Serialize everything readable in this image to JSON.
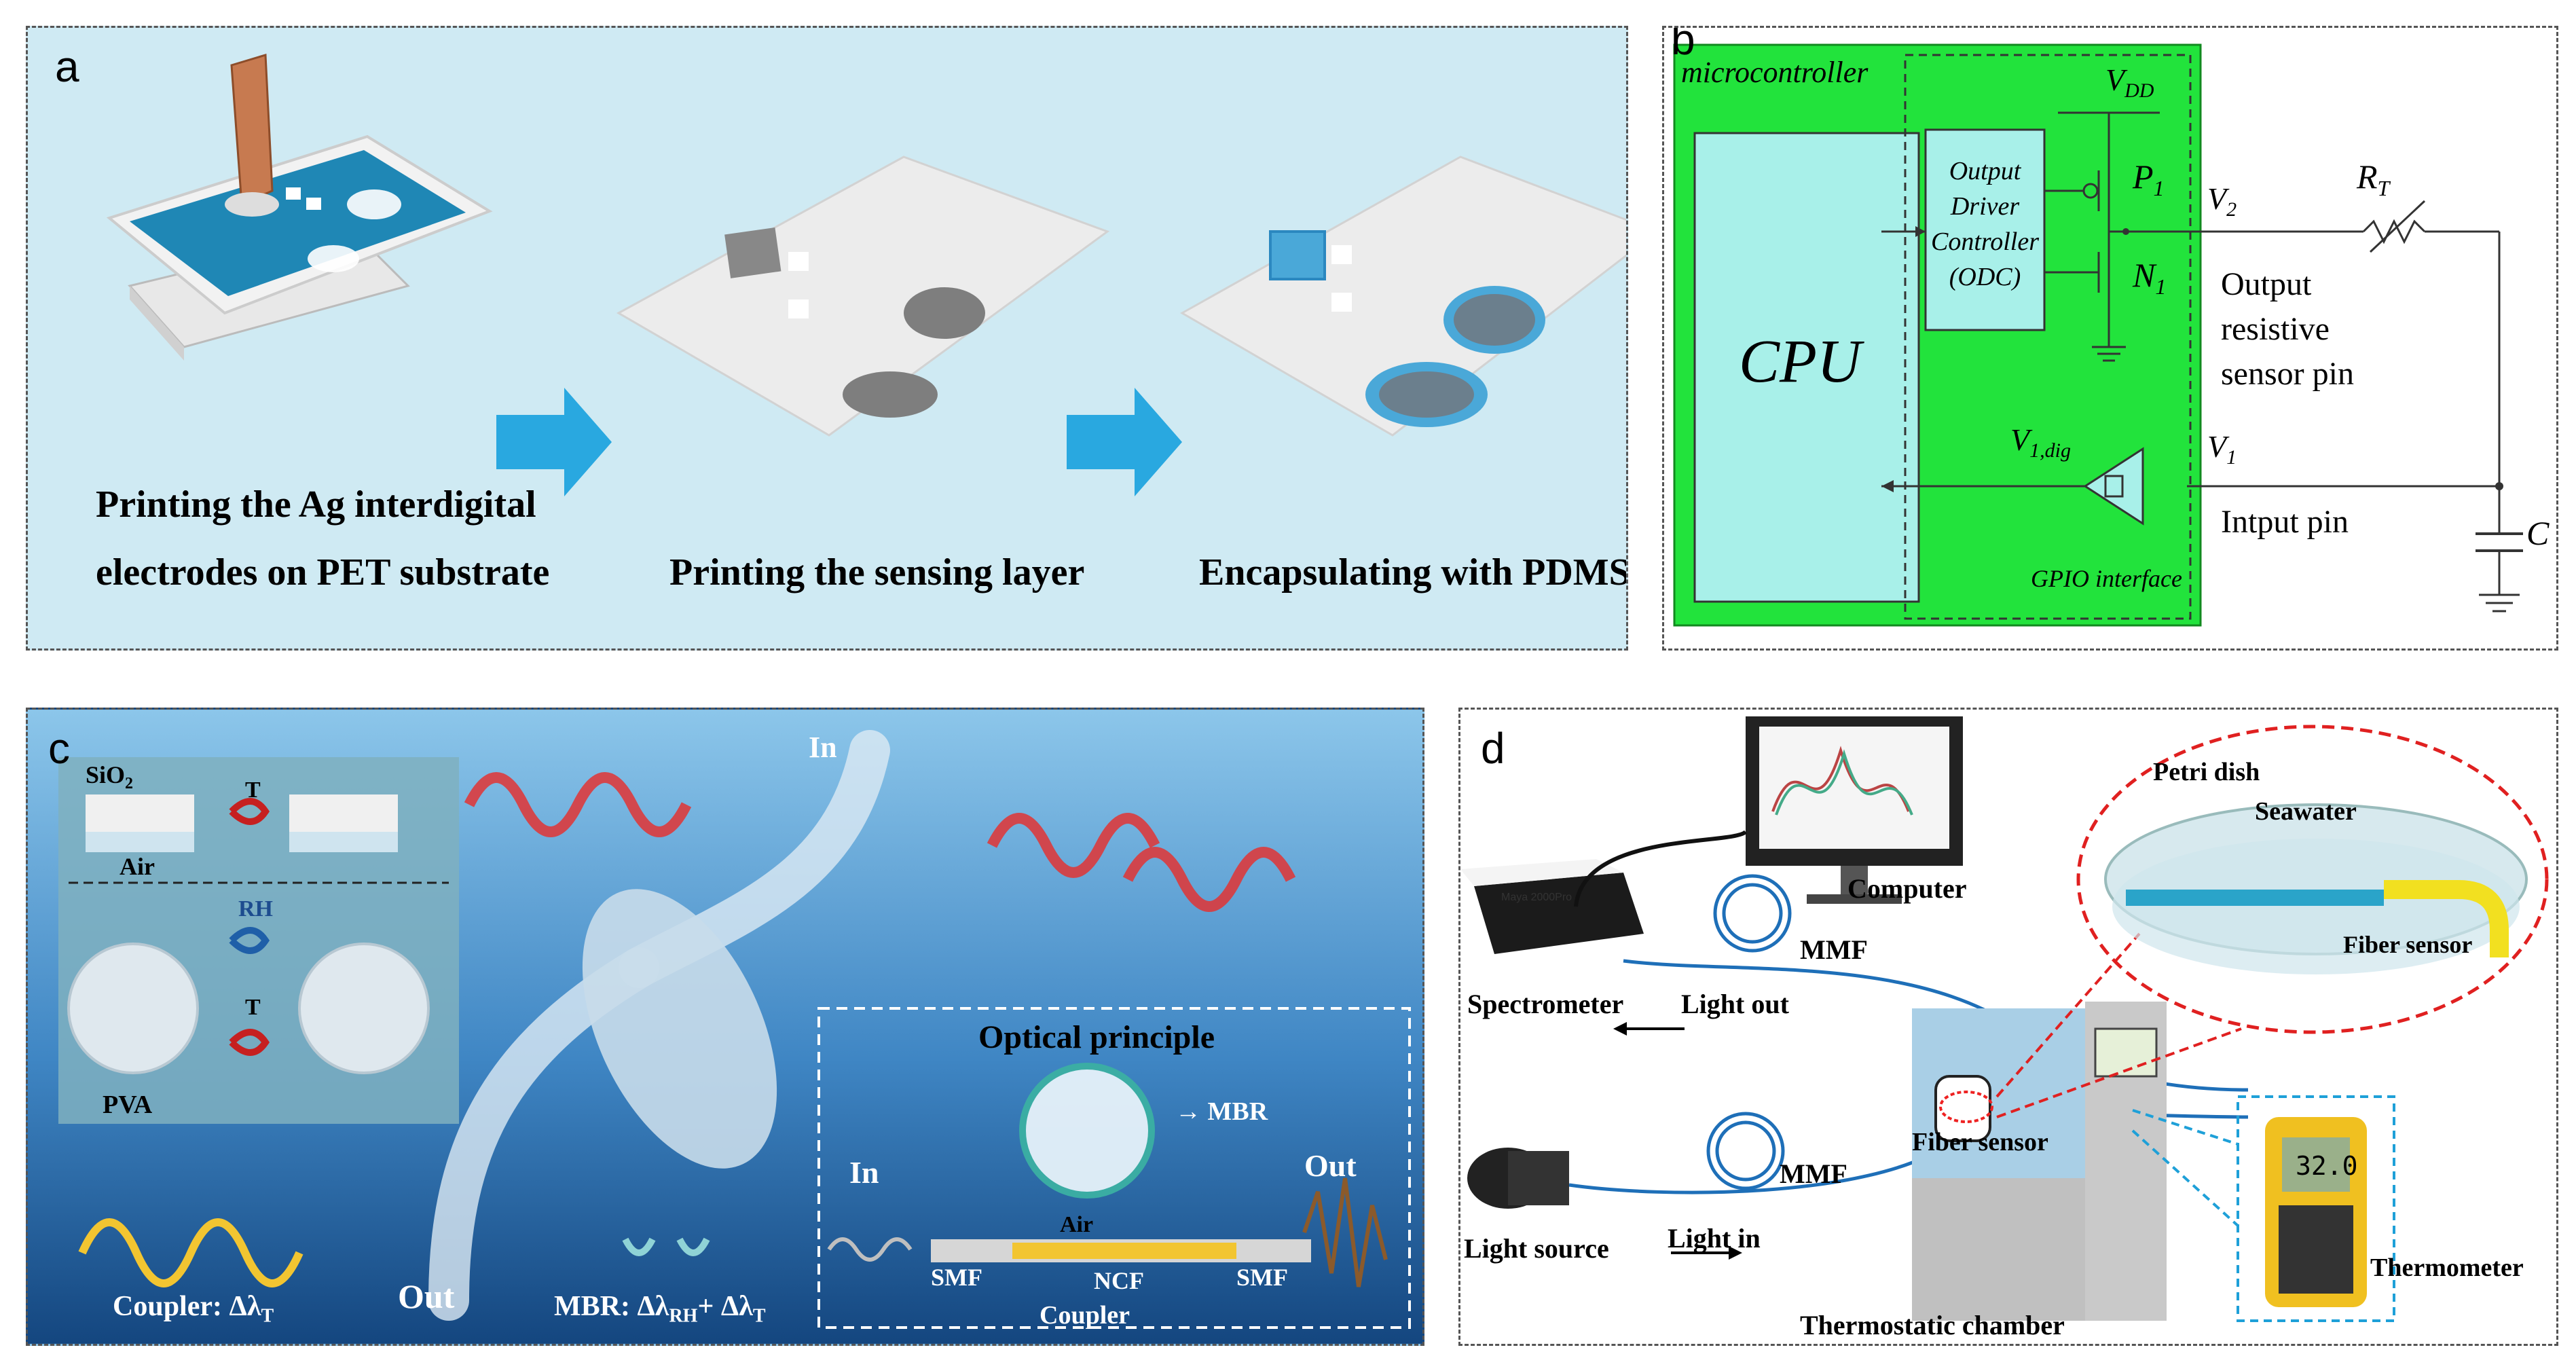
{
  "panels": {
    "a": {
      "label": "a",
      "captions": {
        "step1_line1": "Printing the Ag  interdigital",
        "step1_line2": "electrodes on PET substrate",
        "step2": "Printing the sensing layer",
        "step3": "Encapsulating with PDMS"
      }
    },
    "b": {
      "label": "b",
      "microcontroller": "microcontroller",
      "cpu": "CPU",
      "odc_lines": [
        "Output",
        "Driver",
        "Controller",
        "(ODC)"
      ],
      "vdd": "V",
      "vdd_sub": "DD",
      "p1": "P",
      "p1_sub": "1",
      "n1": "N",
      "n1_sub": "1",
      "v2": "V",
      "v2_sub": "2",
      "rt": "R",
      "rt_sub": "T",
      "output_lines": [
        "Output",
        "resistive",
        "sensor pin"
      ],
      "v1dig": "V",
      "v1dig_sub": "1,dig",
      "v1": "V",
      "v1_sub": "1",
      "input_pin": "Intput  pin",
      "gpio": "GPIO interface",
      "cap": "C"
    },
    "c": {
      "label": "c",
      "sio2": "SiO",
      "sio2_sub": "2",
      "air": "Air",
      "t": "T",
      "rh": "RH",
      "pva": "PVA",
      "in": "In",
      "out": "Out",
      "coupler_label": "Coupler: Δλ",
      "coupler_sub": "T",
      "mbr_label": "MBR: Δλ",
      "mbr_sub1": "RH",
      "mbr_mid": "+ Δλ",
      "mbr_sub2": "T",
      "optical_principle": "Optical principle",
      "mbr": "→ MBR",
      "in2": "In",
      "out2": "Out",
      "air2": "Air",
      "smf_left": "SMF",
      "ncf": "NCF",
      "smf_right": "SMF",
      "coupler": "Coupler"
    },
    "d": {
      "label": "d",
      "computer": "Computer",
      "petri": "Petri dish",
      "seawater": "Seawater",
      "fiber_sensor_top": "Fiber sensor",
      "spectrometer": "Spectrometer",
      "mmf_top": "MMF",
      "light_out": "Light out",
      "fiber_sensor_mid": "Fiber sensor",
      "light_source": "Light source",
      "mmf_bottom": "MMF",
      "light_in": "Light in",
      "thermometer": "Thermometer",
      "chamber": "Thermostatic chamber",
      "thermo_reading": "32.0",
      "spectro_brand": "Maya 2000Pro"
    }
  }
}
